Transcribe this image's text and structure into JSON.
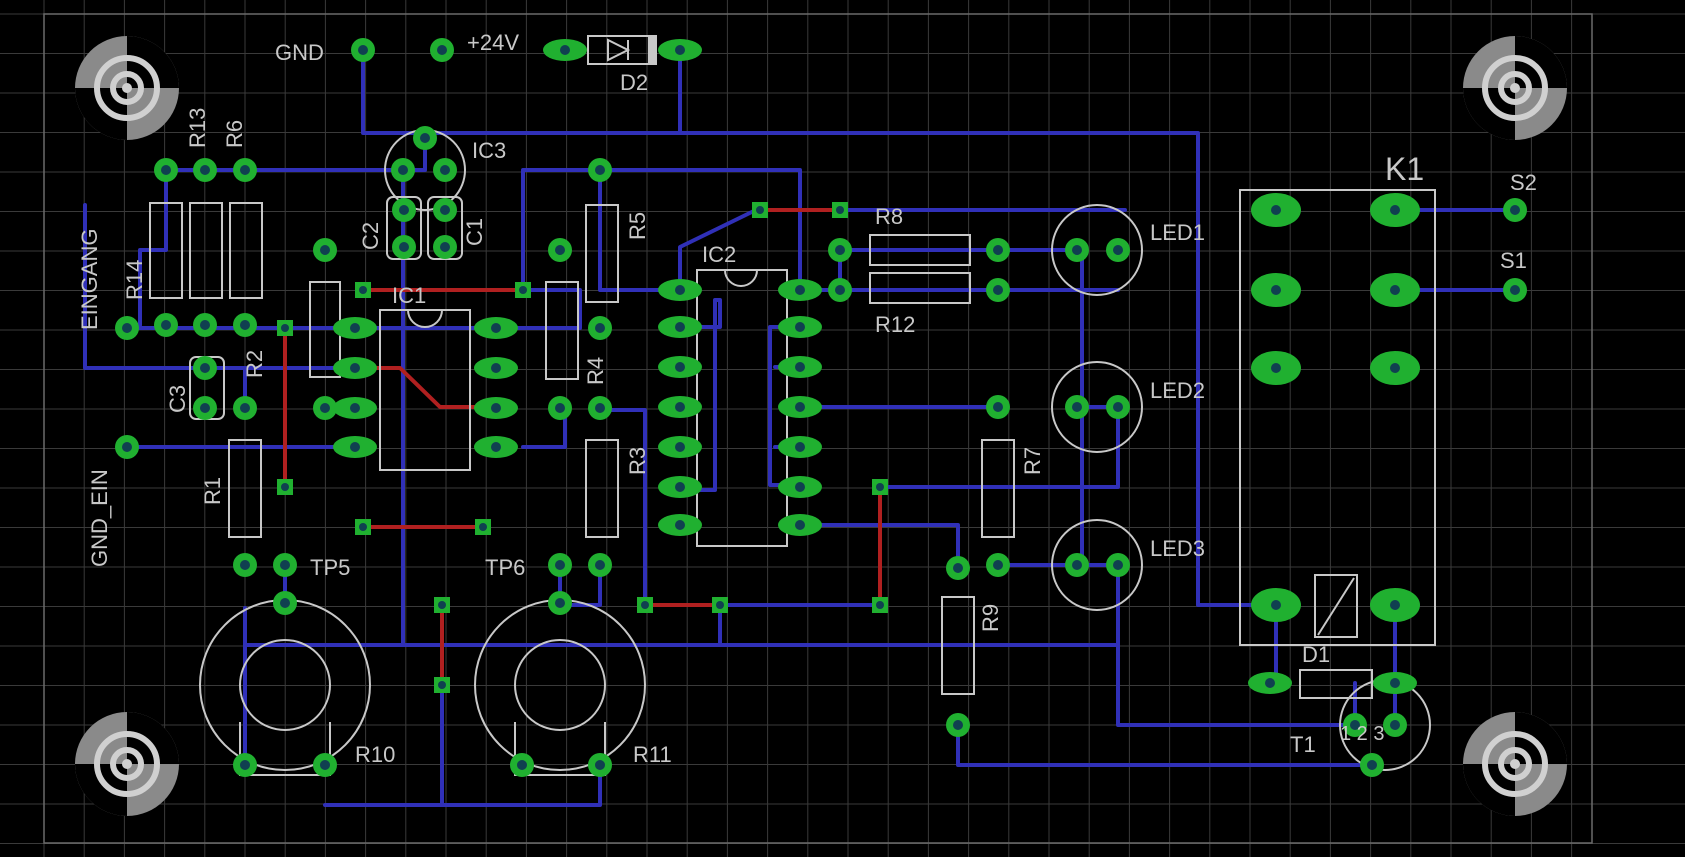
{
  "labels": {
    "gnd": "GND",
    "v24": "+24V",
    "d2": "D2",
    "ic3": "IC3",
    "r13": "R13",
    "r6": "R6",
    "r14": "R14",
    "eingang": "EINGANG",
    "c2": "C2",
    "c1": "C1",
    "ic1": "IC1",
    "r5": "R5",
    "ic2": "IC2",
    "r8": "R8",
    "r12": "R12",
    "led1": "LED1",
    "led2": "LED2",
    "led3": "LED3",
    "k1": "K1",
    "s2": "S2",
    "s1": "S1",
    "r2": "R2",
    "c3": "C3",
    "r4": "R4",
    "r3": "R3",
    "r7": "R7",
    "gnd_ein": "GND_EIN",
    "r1": "R1",
    "tp5": "TP5",
    "tp6": "TP6",
    "r9": "R9",
    "d1": "D1",
    "t1": "T1",
    "t1_pins": "1 2 3",
    "r10": "R10",
    "r11": "R11"
  },
  "colors": {
    "background": "#000000",
    "grid": "#3a3a3a",
    "silkscreen": "#c8c8c8",
    "bottom_trace": "#3030b8",
    "top_trace": "#b02020",
    "pad": "#20b030"
  }
}
